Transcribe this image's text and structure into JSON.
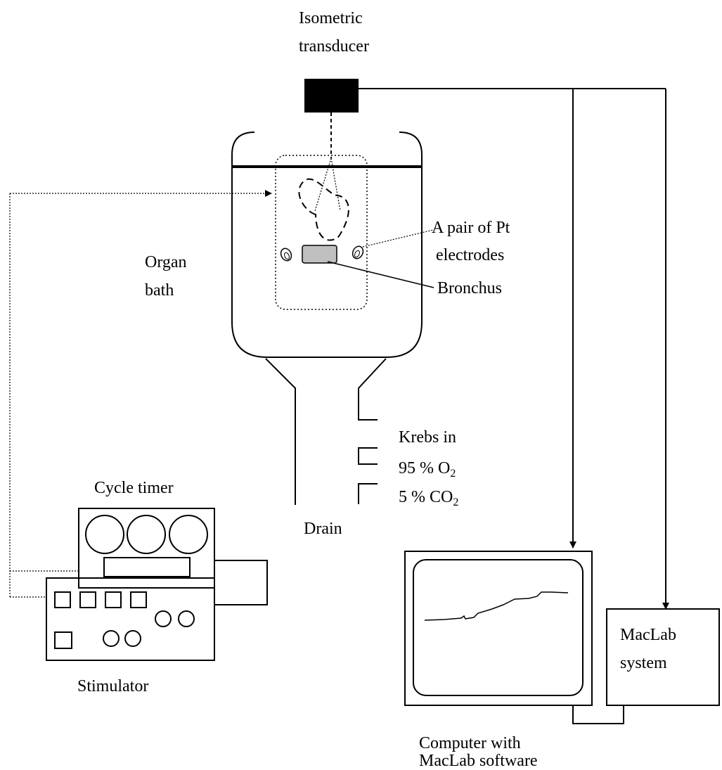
{
  "labels": {
    "transducer": [
      "Isometric",
      "transducer"
    ],
    "organ_bath": [
      "Organ",
      "bath"
    ],
    "electrodes": [
      "A pair of Pt",
      "electrodes"
    ],
    "bronchus": "Bronchus",
    "krebs_in": "Krebs in",
    "o2": {
      "text": "95 % O",
      "sub": "2"
    },
    "co2": {
      "text": "5 % CO",
      "sub": "2"
    },
    "drain": "Drain",
    "cycle_timer": "Cycle timer",
    "stimulator": "Stimulator",
    "maclab_system": [
      "MacLab",
      "system"
    ],
    "computer": [
      "Computer with",
      "MacLab software"
    ]
  },
  "colors": {
    "transducer_fill": "#000000",
    "bronchus_fill": "#c0c0c0"
  }
}
